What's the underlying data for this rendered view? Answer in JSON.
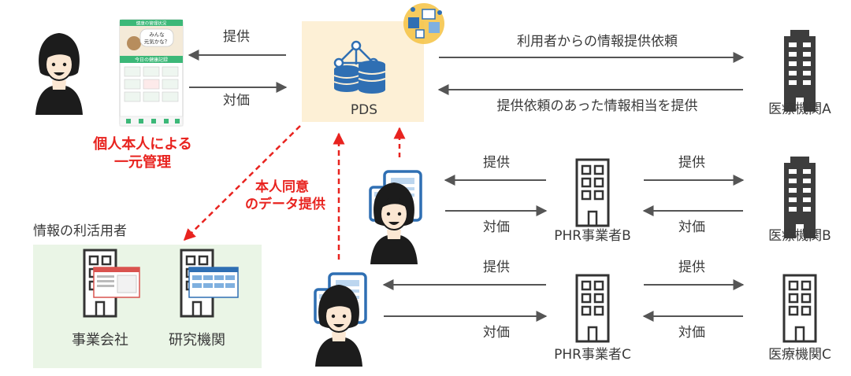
{
  "colors": {
    "accent_red": "#e8231f",
    "text": "#3a3a3a",
    "building_dark": "#3d3d3d",
    "pds_bg": "#fdf0d6",
    "pds_blue": "#2f6fb3",
    "users_bg": "#eaf5e6",
    "phone_green": "#3cb878"
  },
  "pds": {
    "label": "PDS"
  },
  "individual": {
    "provide_label": "提供",
    "price_label": "対価",
    "caption_line1": "個人本人による",
    "caption_line2": "一元管理",
    "phone_header": "健康の管理状況",
    "phone_bubble_l1": "みんな",
    "phone_bubble_l2": "元気かな？",
    "phone_bar": "今日の健康記録"
  },
  "hospital_a": {
    "label": "医療機関A",
    "request_label": "利用者からの情報提供依頼",
    "response_label": "提供依頼のあった情報相当を提供"
  },
  "consent": {
    "line1": "本人同意",
    "line2": "のデータ提供"
  },
  "users_panel": {
    "title": "情報の利活用者",
    "company_label": "事業会社",
    "research_label": "研究機関"
  },
  "phr_b": {
    "label": "PHR事業者B",
    "left_provide": "提供",
    "left_price": "対価",
    "right_provide": "提供",
    "right_price": "対価",
    "hospital_label": "医療機関B"
  },
  "phr_c": {
    "label": "PHR事業者C",
    "left_provide": "提供",
    "left_price": "対価",
    "right_provide": "提供",
    "right_price": "対価",
    "hospital_label": "医療機関C"
  }
}
